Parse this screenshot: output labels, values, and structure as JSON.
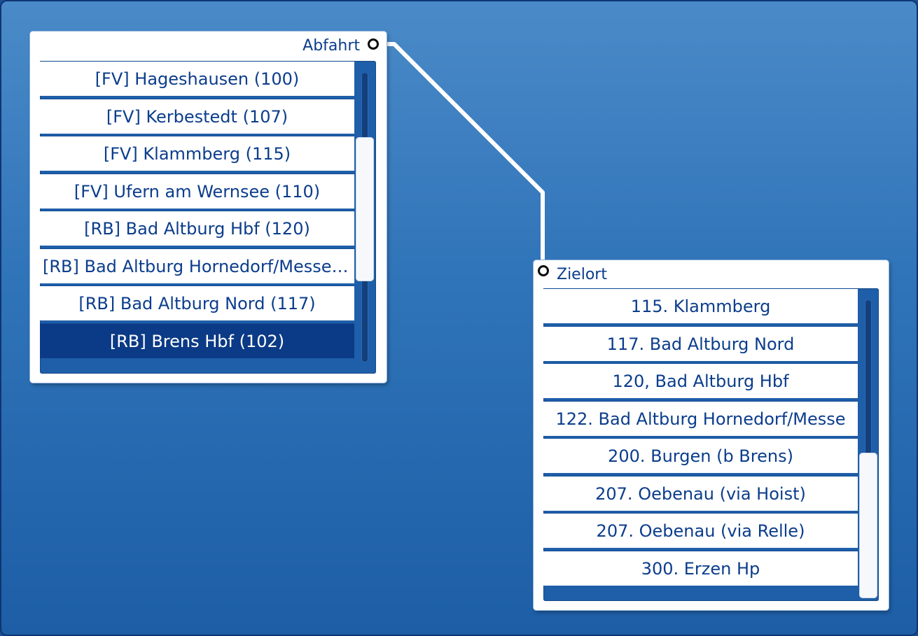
{
  "departure_panel": {
    "title": "Abfahrt",
    "items": [
      "[FV] Hageshausen (100)",
      "[FV] Kerbestedt (107)",
      "[FV] Klammberg (115)",
      "[FV] Ufern am Wernsee (110)",
      "[RB] Bad Altburg Hbf (120)",
      "[RB] Bad Altburg Hornedorf/Messe ...",
      "[RB] Bad Altburg Nord (117)",
      "[RB] Brens Hbf (102)"
    ],
    "selected_item": "[RB] Brens Hbf (102)",
    "scroll_position": 0.45
  },
  "destination_panel": {
    "title": "Zielort",
    "items": [
      "115. Klammberg",
      "117. Bad Altburg Nord",
      "120, Bad Altburg Hbf",
      "122. Bad Altburg Hornedorf/Messe",
      "200. Burgen (b Brens)",
      "207. Oebenau (via Hoist)",
      "207. Oebenau (via Relle)",
      "300. Erzen Hp"
    ],
    "scroll_position": 1.0
  },
  "colors": {
    "background_top": "#4a8ac8",
    "background_bottom": "#1d5ea6",
    "text": "#0b3d8c",
    "selected_row": "#0b3a86",
    "connector": "#ffffff"
  }
}
